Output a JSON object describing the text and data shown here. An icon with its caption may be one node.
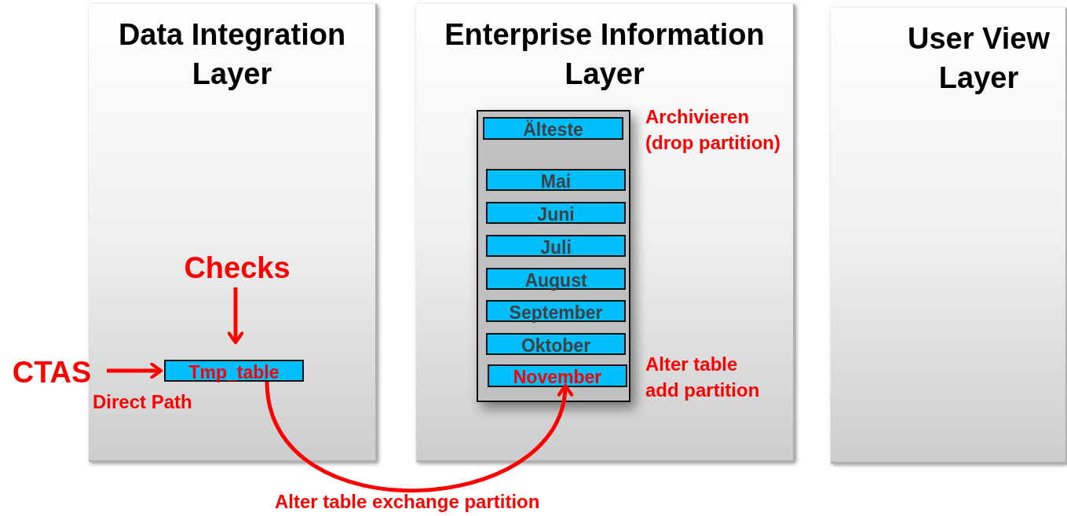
{
  "diagram": {
    "nodes": [
      {
        "text": [
          "Data  Integration Layer"
        ]
      },
      {
        "text": [
          "Enterprise Information Layer"
        ]
      },
      {
        "text": [
          "User View Layer"
        ]
      },
      {
        "text": [
          "Checks"
        ],
        "in": 0
      },
      {
        "text": [
          "CTAS"
        ]
      },
      {
        "text": [
          "Tmp_table"
        ],
        "in": 0
      },
      {
        "text": [],
        "shape": "box",
        "in": 1
      },
      {
        "text": [
          "Älteste"
        ],
        "in": 6,
        "beside": [
          "Archivieren (drop partition)"
        ]
      },
      {
        "text": [
          "Mai"
        ],
        "in": 6
      },
      {
        "text": [
          "Juni"
        ],
        "in": 6
      },
      {
        "text": [
          "Juli"
        ],
        "in": 6
      },
      {
        "text": [
          "August"
        ],
        "in": 6
      },
      {
        "text": [
          "September"
        ],
        "in": 6
      },
      {
        "text": [
          "Oktober"
        ],
        "in": 6
      },
      {
        "text": [
          "November"
        ],
        "in": 6,
        "beside": [
          "Alter table add partition"
        ]
      }
    ],
    "edges": [
      {
        "from": 3,
        "to": 5,
        "arrow": "to"
      },
      {
        "from": 4,
        "to": 5,
        "arrow": "to",
        "label": "Direct Path"
      },
      {
        "from": 5,
        "to": 14,
        "arrow": "to",
        "label": "Alter table exchange partition"
      }
    ]
  }
}
